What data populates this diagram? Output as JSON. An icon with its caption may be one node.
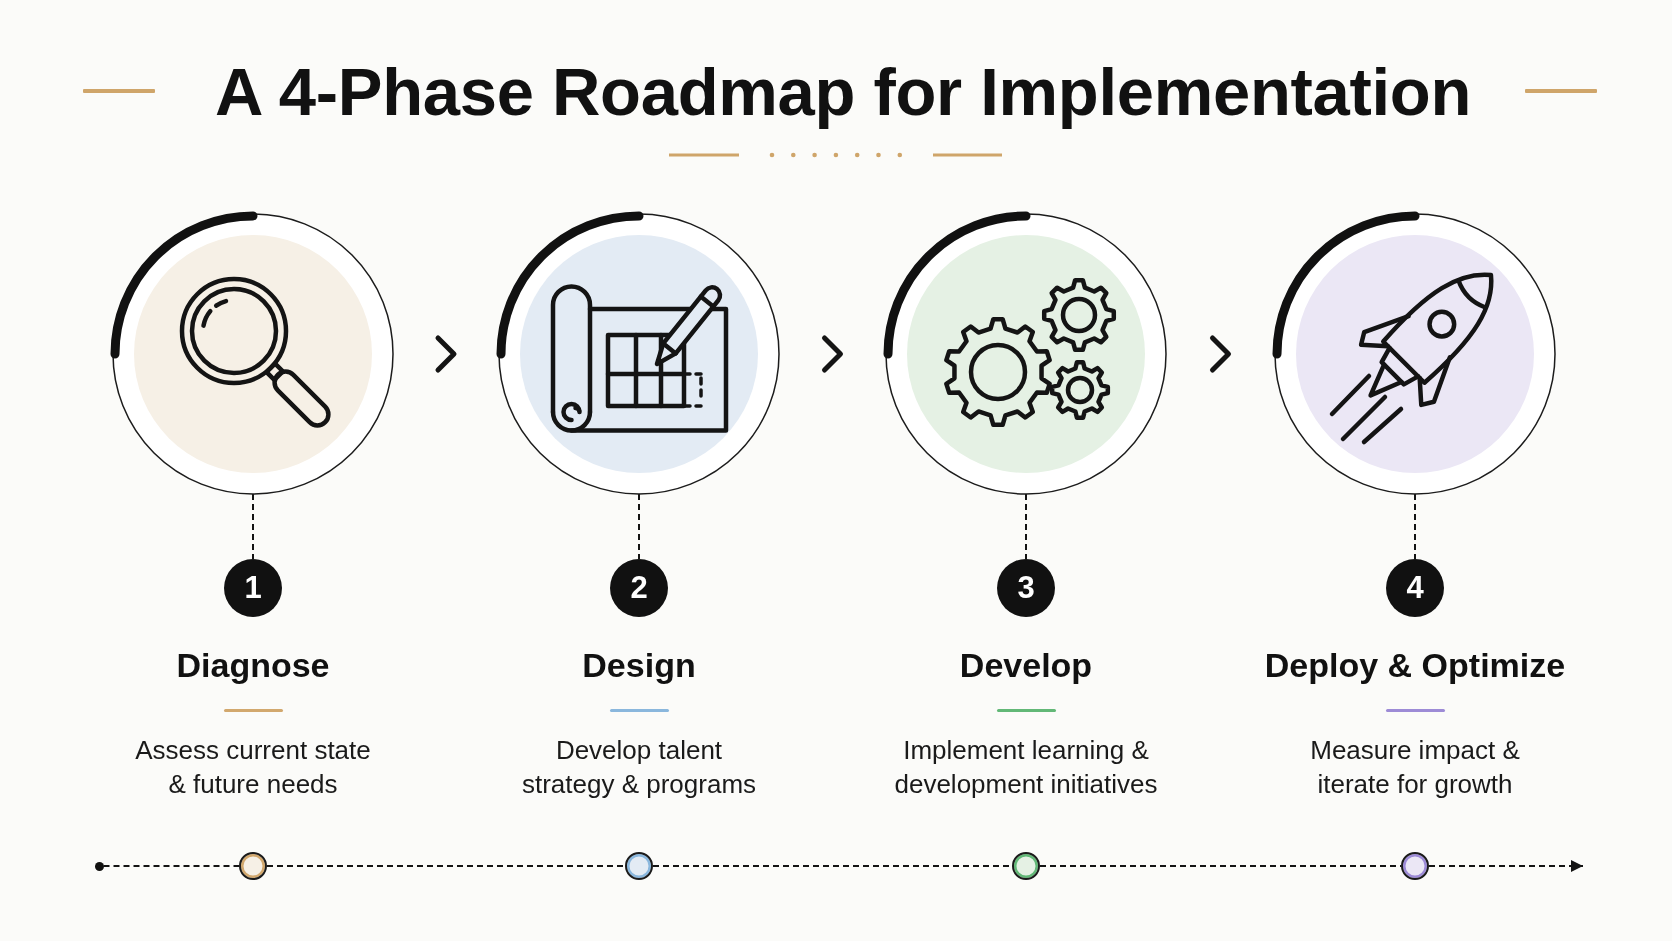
{
  "diagram": {
    "title": "A 4-Phase Roadmap for Implementation",
    "nodes": [
      {
        "text": [],
        "shape": "circle"
      },
      {
        "text": [],
        "shape": "circle"
      },
      {
        "text": [],
        "shape": "circle"
      },
      {
        "text": [],
        "shape": "circle"
      },
      {
        "text": [
          "1"
        ],
        "beside": [
          "Diagnose",
          "Assess current state & future needs"
        ]
      },
      {
        "text": [
          "2"
        ],
        "beside": [
          "Design",
          "Develop talent strategy & programs"
        ]
      },
      {
        "text": [
          "3"
        ],
        "beside": [
          "Develop",
          "Implement learning & development initiatives"
        ]
      },
      {
        "text": [
          "4"
        ],
        "beside": [
          "Deploy & Optimize",
          "Measure impact & iterate for growth"
        ]
      },
      {
        "text": [],
        "shape": "circle"
      },
      {
        "text": [],
        "shape": "circle"
      },
      {
        "text": [],
        "shape": "circle"
      },
      {
        "text": [],
        "shape": "circle"
      },
      {
        "text": [],
        "shape": "circle"
      }
    ],
    "edges": [
      {
        "from": 0,
        "to": 1,
        "arrow": "to",
        "style": "thick"
      },
      {
        "from": 1,
        "to": 2,
        "arrow": "to",
        "style": "thick"
      },
      {
        "from": 2,
        "to": 3,
        "arrow": "to",
        "style": "thick"
      },
      {
        "from": 0,
        "to": 4,
        "arrow": "none",
        "style": "dashed"
      },
      {
        "from": 1,
        "to": 5,
        "arrow": "none",
        "style": "dashed"
      },
      {
        "from": 2,
        "to": 6,
        "arrow": "none",
        "style": "dashed"
      },
      {
        "from": 3,
        "to": 7,
        "arrow": "none",
        "style": "dashed"
      },
      {
        "from": 8,
        "to": 9,
        "arrow": "none",
        "style": "dashed"
      },
      {
        "from": 9,
        "to": 10,
        "arrow": "none",
        "style": "dashed"
      },
      {
        "from": 10,
        "to": 11,
        "arrow": "none",
        "style": "dashed"
      },
      {
        "from": 11,
        "to": 12,
        "arrow": "none",
        "style": "dashed"
      },
      {
        "from": 12,
        "to": null,
        "arrow": "to",
        "style": "dashed"
      }
    ]
  }
}
